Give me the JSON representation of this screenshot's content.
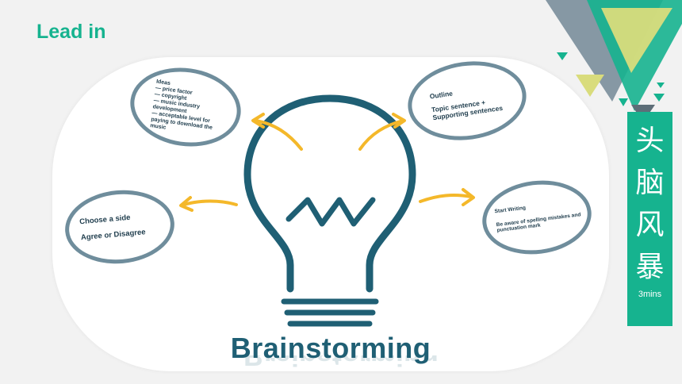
{
  "slide": {
    "title": "Lead in"
  },
  "diagram": {
    "ideas": {
      "heading": "Ideas",
      "lines": [
        "— price factor",
        "— copyright",
        "— music industry development",
        "— acceptable level for paying to download the music"
      ]
    },
    "outline": {
      "heading": "Outline",
      "body": "Topic sentence + Supporting sentences"
    },
    "choose_side": {
      "line1": "Choose a side",
      "line2": "Agree or Disagree"
    },
    "start_writing": {
      "heading": "Start Writing",
      "body": "Be aware of spelling mistakes and punctuation mark"
    },
    "label": "Brainstorming"
  },
  "side_panel": {
    "chars": [
      "头",
      "脑",
      "风",
      "暴"
    ],
    "duration": "3mins"
  },
  "colors": {
    "accent": "#16b38f",
    "navy": "#1f5f74",
    "arrow": "#f4b82a",
    "bubble_border": "#6f8d9c",
    "yellow": "#d9dc7c",
    "slate": "#7a8e9b"
  }
}
